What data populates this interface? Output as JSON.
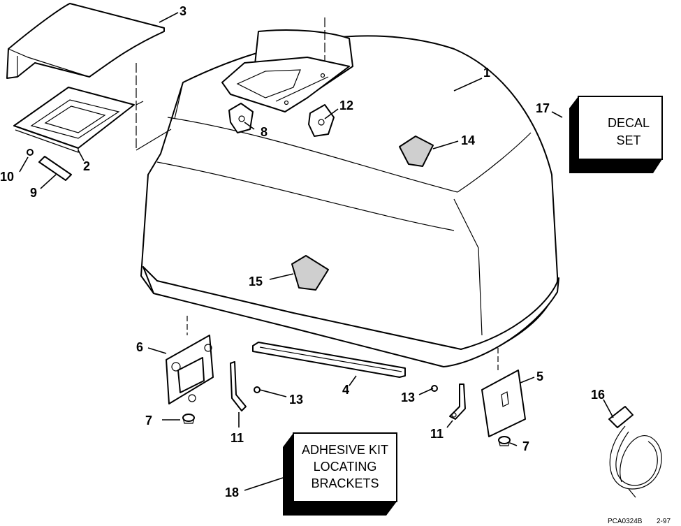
{
  "callouts": {
    "c1": "1",
    "c2": "2",
    "c3": "3",
    "c4": "4",
    "c5": "5",
    "c6": "6",
    "c7a": "7",
    "c7b": "7",
    "c8": "8",
    "c9": "9",
    "c10": "10",
    "c11a": "11",
    "c11b": "11",
    "c12": "12",
    "c13a": "13",
    "c13b": "13",
    "c14": "14",
    "c15": "15",
    "c16": "16",
    "c17": "17",
    "c18": "18"
  },
  "decal_box": {
    "line1": "DECAL",
    "line2": "SET"
  },
  "adhesive_box": {
    "line1": "ADHESIVE KIT",
    "line2": "LOCATING",
    "line3": "BRACKETS"
  },
  "footer": {
    "code": "PCA0324B",
    "date": "2-97"
  }
}
